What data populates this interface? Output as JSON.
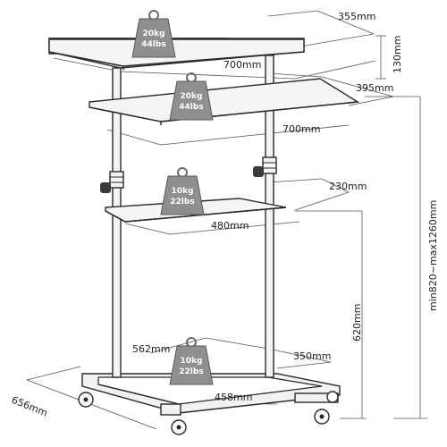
{
  "product": "mobile standing desk cart",
  "dimensions": {
    "top_depth": "355mm",
    "top_width": "700mm",
    "top_gap": "130mm",
    "second_depth": "395mm",
    "second_width": "700mm",
    "shelf_depth": "230mm",
    "shelf_width": "480mm",
    "height_range": "min820~max1260mm",
    "shelf_height": "620mm",
    "base_depth": "562mm",
    "base_inner": "350mm",
    "base_width": "458mm",
    "base_outer": "656mm"
  },
  "weights": [
    {
      "kg": "20kg",
      "lbs": "44lbs"
    },
    {
      "kg": "20kg",
      "lbs": "44lbs"
    },
    {
      "kg": "10kg",
      "lbs": "22lbs"
    },
    {
      "kg": "10kg",
      "lbs": "22lbs"
    }
  ]
}
